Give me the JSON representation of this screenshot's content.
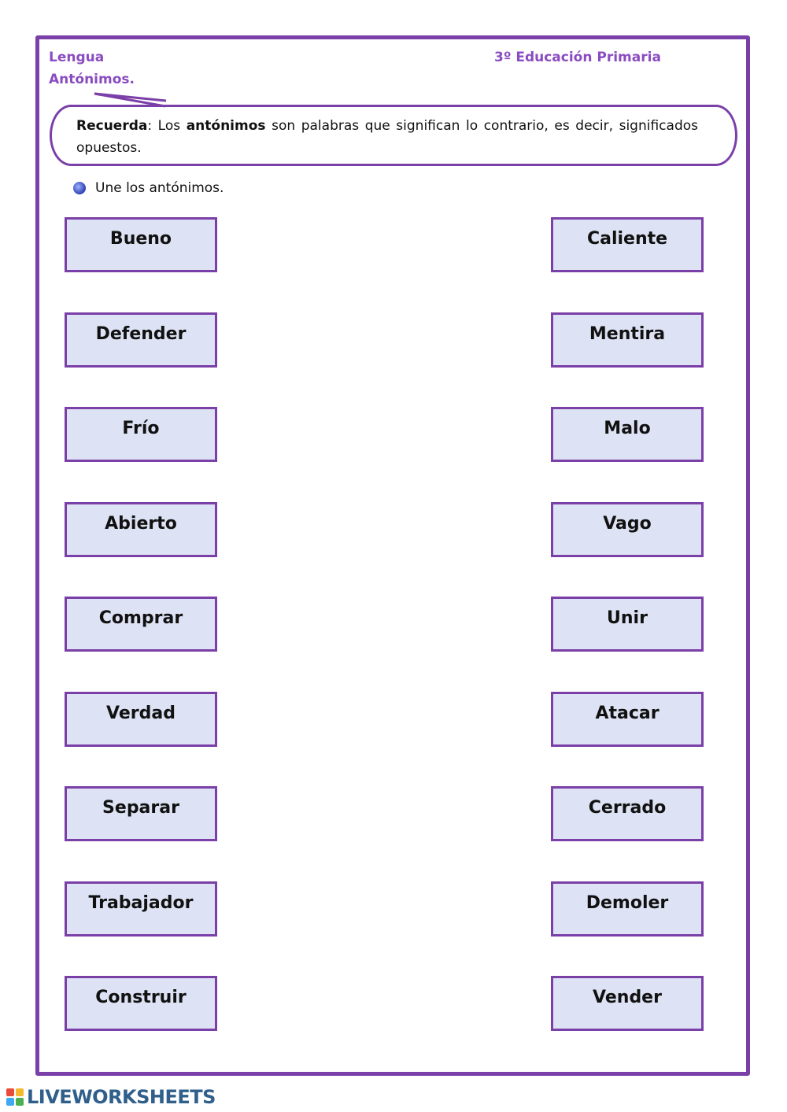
{
  "header": {
    "subject": "Lengua",
    "topic": "Antónimos.",
    "grade": "3º Educación Primaria"
  },
  "callout": {
    "label": "Recuerda",
    "text_part1": ": Los ",
    "keyword": "antónimos",
    "text_part2": " son palabras que significan lo contrario, es decir, significados opuestos."
  },
  "instruction": "Une los antónimos.",
  "left_words": [
    "Bueno",
    "Defender",
    "Frío",
    "Abierto",
    "Comprar",
    "Verdad",
    "Separar",
    "Trabajador",
    "Construir"
  ],
  "right_words": [
    "Caliente",
    "Mentira",
    "Malo",
    "Vago",
    "Unir",
    "Atacar",
    "Cerrado",
    "Demoler",
    "Vender"
  ],
  "footer": {
    "brand": "LIVEWORKSHEETS",
    "logo_colors": [
      "#e84b3c",
      "#f5b82e",
      "#3fa9f5",
      "#4caf50"
    ]
  },
  "colors": {
    "accent": "#7b3fa8",
    "box_fill": "#dde3f4"
  }
}
